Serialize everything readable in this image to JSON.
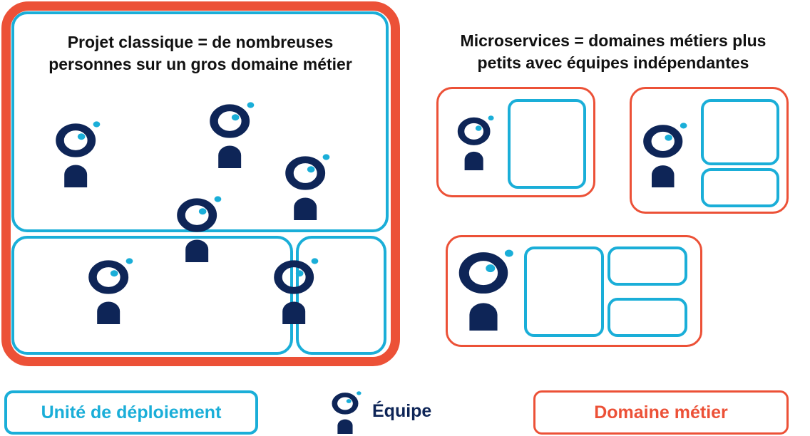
{
  "left_panel": {
    "title_line1": "Projet classique = de nombreuses",
    "title_line2": "personnes sur un gros domaine métier"
  },
  "right_panel": {
    "title_line1": "Microservices = domaines métiers plus",
    "title_line2": "petits avec équipes indépendantes"
  },
  "legend": {
    "deployment_unit": "Unité de déploiement",
    "team": "Équipe",
    "business_domain": "Domaine métier"
  },
  "colors": {
    "deployment_unit": "#1aaed8",
    "business_domain": "#ec5137",
    "team": "#0e2557",
    "team_accent": "#1aaed8"
  },
  "icons": [
    "team-person-icon"
  ]
}
